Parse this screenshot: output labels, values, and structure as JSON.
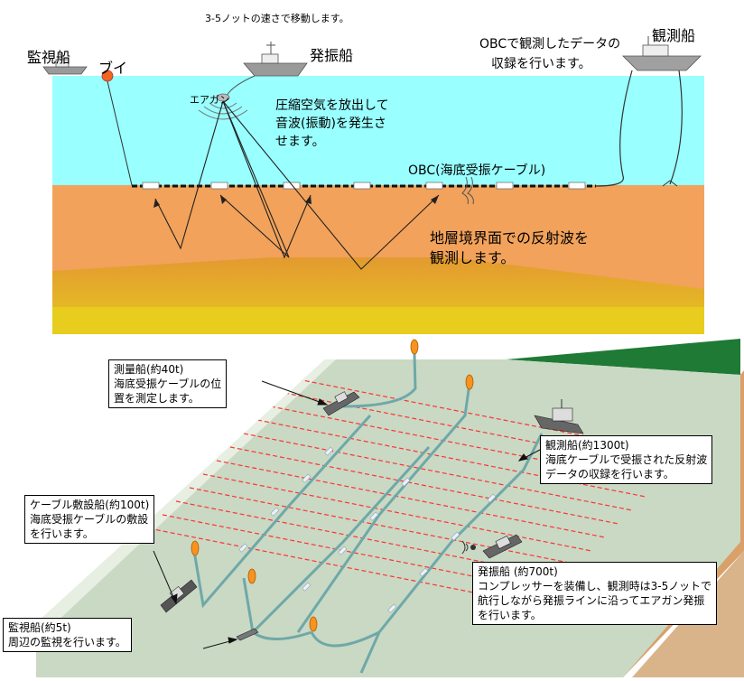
{
  "top": {
    "speed_note": "3-5ノットの速さで移動します。",
    "monitor_ship": "監視船",
    "buoy": "ブイ",
    "source_ship": "発振船",
    "recording_note": [
      "OBCで観測したデータの",
      "収録を行います。"
    ],
    "observation_ship": "観測船",
    "airgun": "エアガン",
    "compressed_air_note": [
      "圧縮空気を放出して",
      "音波(振動)を発生さ",
      "せます。"
    ],
    "obc_label": "OBC(海底受振ケーブル)",
    "reflection_note": [
      "地層境界面での反射波を",
      "観測します。"
    ],
    "colors": {
      "sea": "#99ffff",
      "seabed_upper": "#f4a460",
      "seabed_lower": "#e2852b",
      "deep_layer": "#e6c420",
      "buoy": "#f26522"
    }
  },
  "bottom": {
    "survey_ship": {
      "title": "測量船(約40t)",
      "lines": [
        "海底受振ケーブルの位",
        "置を測定します。"
      ]
    },
    "observation_ship": {
      "title": "観測船(約1300t)",
      "lines": [
        "海底ケーブルで受振された反射波",
        "データの収録を行います。"
      ]
    },
    "cable_ship": {
      "title": "ケーブル敷設船(約100t)",
      "lines": [
        "海底受振ケーブルの敷設",
        "を行います。"
      ]
    },
    "source_ship": {
      "title": "発振船 (約700t)",
      "lines": [
        "コンプレッサーを装備し、観測時は3-5ノットで",
        "航行しながら発振ラインに沿ってエアガン発振",
        "を行います。"
      ]
    },
    "monitor_ship": {
      "title": "監視船(約5t)",
      "lines": [
        "周辺の監視を行います。"
      ]
    },
    "colors": {
      "sea_floor": "#c9d9c4",
      "land": "#1f7a35",
      "cliff": "#d9b48a",
      "shot_lines": "#ff3333",
      "cable": "#6fa8a8",
      "buoy": "#f7931e"
    }
  }
}
